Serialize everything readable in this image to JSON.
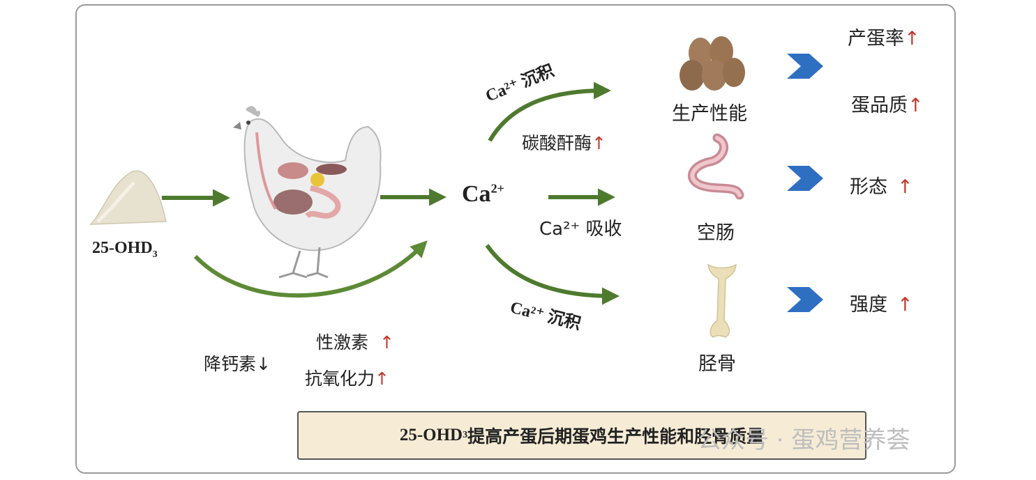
{
  "inputs": {
    "compound": "25-OHD",
    "compound_sub": "3"
  },
  "center": {
    "ion": "Ca",
    "ion_sup": "2+"
  },
  "paths": {
    "upper_label": "Ca²⁺ 沉积",
    "enzyme": "碳酸酐酶",
    "middle_label": "Ca²⁺ 吸收",
    "lower_label": "Ca²⁺ 沉积"
  },
  "hormones": {
    "calcitonin": "降钙素",
    "sex_hormone": "性激素",
    "antioxidant": "抗氧化力"
  },
  "targets": {
    "egg": "生产性能",
    "intestine": "空肠",
    "bone": "胫骨"
  },
  "outcomes": {
    "laying_rate": "产蛋率",
    "egg_quality": "蛋品质",
    "morphology": "形态",
    "strength": "强度"
  },
  "arrows": {
    "up": "↑",
    "down": "↓"
  },
  "caption": {
    "prefix": "25-OHD",
    "sub": "3",
    "text": "提高产蛋后期蛋鸡生产性能和胫骨质量"
  },
  "watermark": "公众号 · 蛋鸡营养荟",
  "colors": {
    "arrow_green": "#4e7a2e",
    "chevron_blue": "#2f6fc2",
    "up_red": "#c0392b",
    "caption_bg": "#f6ecd6"
  }
}
